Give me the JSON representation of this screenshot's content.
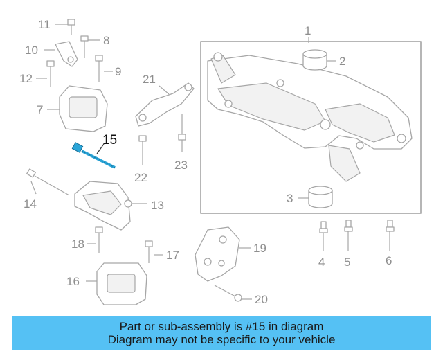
{
  "diagram": {
    "callouts": [
      {
        "id": "1",
        "label": "1"
      },
      {
        "id": "2",
        "label": "2"
      },
      {
        "id": "3",
        "label": "3"
      },
      {
        "id": "4",
        "label": "4"
      },
      {
        "id": "5",
        "label": "5"
      },
      {
        "id": "6",
        "label": "6"
      },
      {
        "id": "7",
        "label": "7"
      },
      {
        "id": "8",
        "label": "8"
      },
      {
        "id": "9",
        "label": "9"
      },
      {
        "id": "10",
        "label": "10"
      },
      {
        "id": "11",
        "label": "11"
      },
      {
        "id": "12",
        "label": "12"
      },
      {
        "id": "13",
        "label": "13"
      },
      {
        "id": "14",
        "label": "14"
      },
      {
        "id": "15",
        "label": "15"
      },
      {
        "id": "16",
        "label": "16"
      },
      {
        "id": "17",
        "label": "17"
      },
      {
        "id": "18",
        "label": "18"
      },
      {
        "id": "19",
        "label": "19"
      },
      {
        "id": "20",
        "label": "20"
      },
      {
        "id": "21",
        "label": "21"
      },
      {
        "id": "22",
        "label": "22"
      },
      {
        "id": "23",
        "label": "23"
      }
    ],
    "highlighted_part": "15",
    "highlight_color": "#2aa5d8",
    "line_color": "#a6a6a6"
  },
  "banner": {
    "line1": "Part or sub-assembly is #15 in diagram",
    "line2": "Diagram may not be specific to your vehicle",
    "background": "#55c1f4"
  }
}
